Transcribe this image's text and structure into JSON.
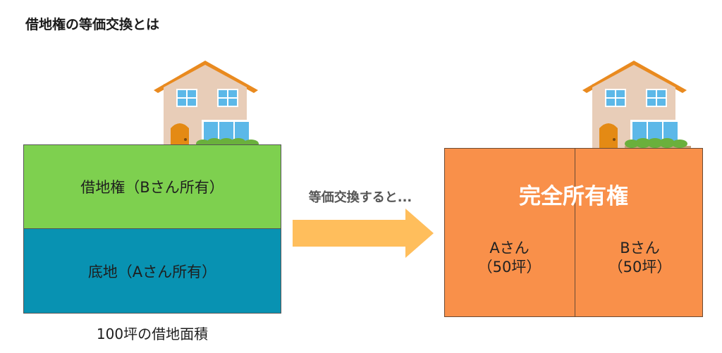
{
  "title": "借地権の等価交換とは",
  "before": {
    "leasehold_label": "借地権（Bさん所有）",
    "base_label": "底地（Aさん所有）",
    "area_caption": "100坪の借地面積"
  },
  "transition": {
    "label": "等価交換すると..."
  },
  "after": {
    "title": "完全所有権",
    "left_owner": "Aさん",
    "left_area": "（50坪）",
    "right_owner": "Bさん",
    "right_area": "（50坪）"
  },
  "colors": {
    "leasehold": "#7ed04f",
    "base": "#0892b2",
    "ownership": "#f9904a",
    "arrow": "#ffbe5c",
    "roof": "#e98a1f",
    "wall": "#e8cdb8",
    "window": "#5cb8e8",
    "door": "#e48a14",
    "hedge": "#6ab03c"
  },
  "icons": [
    "house-icon",
    "arrow-right-icon"
  ]
}
